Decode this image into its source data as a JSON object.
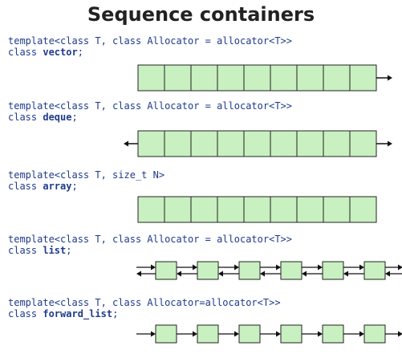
{
  "title": "Sequence containers",
  "colors": {
    "code_text": "#1f3b8c",
    "cell_fill": "#c8f0c0",
    "cell_stroke": "#222222",
    "arrow": "#111111"
  },
  "containers": [
    {
      "template_line": "template<class T, class Allocator = allocator<T>>",
      "class_prefix": "class ",
      "class_name": "vector",
      "class_suffix": ";",
      "diagram": {
        "kind": "contiguous",
        "cells": 9,
        "arrow_left": false,
        "arrow_right": true
      }
    },
    {
      "template_line": "template<class T, class Allocator = allocator<T>>",
      "class_prefix": "class ",
      "class_name": "deque",
      "class_suffix": ";",
      "diagram": {
        "kind": "contiguous",
        "cells": 9,
        "arrow_left": true,
        "arrow_right": true
      }
    },
    {
      "template_line": "template<class T, size_t N>",
      "class_prefix": "class ",
      "class_name": "array",
      "class_suffix": ";",
      "diagram": {
        "kind": "contiguous",
        "cells": 9,
        "arrow_left": false,
        "arrow_right": false
      }
    },
    {
      "template_line": "template<class T, class Allocator = allocator<T>>",
      "class_prefix": "class ",
      "class_name": "list",
      "class_suffix": ";",
      "diagram": {
        "kind": "doubly-linked",
        "nodes": 6
      }
    },
    {
      "template_line": "template<class T, class Allocator=allocator<T>>",
      "class_prefix": "class ",
      "class_name": "forward_list",
      "class_suffix": ";",
      "diagram": {
        "kind": "singly-linked",
        "nodes": 6
      }
    }
  ]
}
